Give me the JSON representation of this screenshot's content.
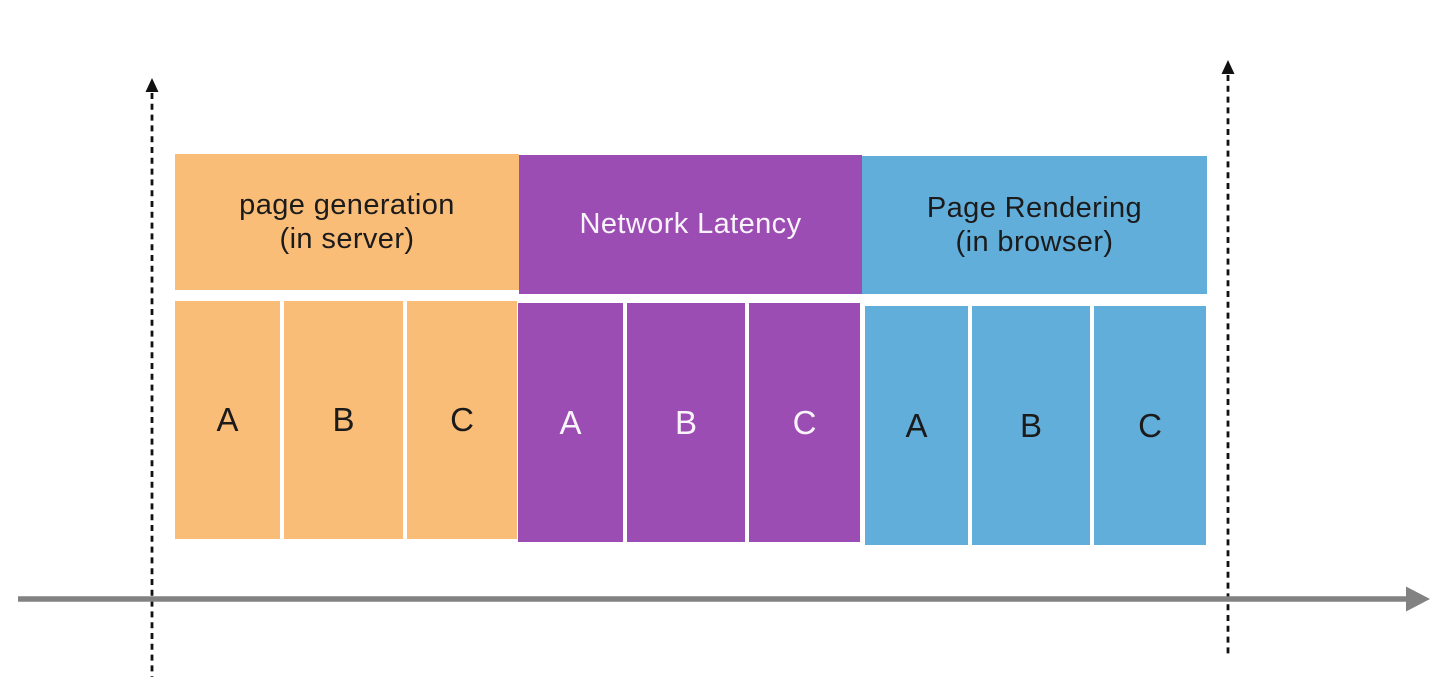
{
  "diagram": {
    "title": "",
    "background_color": "#ffffff",
    "phases": [
      {
        "id": "page-generation-server",
        "label_line1": "page generation",
        "label_line2": "(in server)",
        "color": "#FABD78",
        "text_color": "#1b1b1b",
        "items": [
          "A",
          "B",
          "C"
        ]
      },
      {
        "id": "network-latency",
        "label_line1": "Network Latency",
        "label_line2": "",
        "color": "#9C4DB3",
        "text_color": "#F8F4FA",
        "items": [
          "A",
          "B",
          "C"
        ]
      },
      {
        "id": "page-rendering-browser",
        "label_line1": "Page Rendering",
        "label_line2": "(in browser)",
        "color": "#61AEDB",
        "text_color": "#1b1b1b",
        "items": [
          "A",
          "B",
          "C"
        ]
      }
    ],
    "axes": {
      "left_boundary": "dashed-vertical-arrow-up",
      "right_boundary": "dashed-vertical-arrow-up",
      "timeline": "solid-horizontal-arrow-right",
      "dashed_color": "#111111",
      "timeline_color": "#828282"
    }
  }
}
